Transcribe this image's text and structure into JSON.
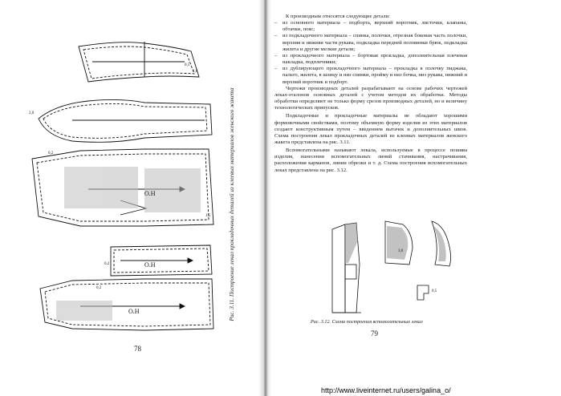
{
  "left_page": {
    "caption": "Рис. 3.11. Построение лекал прокладочных деталей из клеевых материалов женского жакета",
    "page_number": "78",
    "labels": {
      "grain": "О.Н",
      "v02": "0,2",
      "v05": "0,5",
      "v10": "1,0",
      "v15": "1,5",
      "v20": "2,0"
    }
  },
  "right_page": {
    "page_number": "79",
    "intro": "К производным относятся следующие детали:",
    "list": [
      {
        "dash": "–",
        "text": "из основного материала – подборта, верхний воротник, листочки, клапаны, обтачки, пояс;"
      },
      {
        "dash": "–",
        "text": "из подкладочного материала – спинка, полочки, отрезная боковая часть полочки, верхняя и нижняя части рукава, подкладка передней половинки брюк, подкладка жилета и другие мелкие детали;"
      },
      {
        "dash": "–",
        "text": "из прокладочного материала – бортовая прокладка, дополнительная плечевая накладка, подплечники;"
      },
      {
        "dash": "–",
        "text": "из дублирующего прокладочного материала – прокладка в полочку пиджака, пальто, жилета, в шлицу и низ спинки, пройму и низ бочка, низ рукава, нижний и верхний воротник и подборт."
      }
    ],
    "para1": "Чертежи производных деталей разрабатывают на основе рабочих чертежей лекал-эталонов основных деталей с учетом методов их обработки. Методы обработки определяют не только форму срезов производных деталей, но и величину технологических припусков.",
    "para2": "Подкладочные и прокладочные материалы не обладают хорошими формовочными свойствами, поэтому объемную форму изделия из этих материалов создают конструктивным путем – введением вытачек и дополнительных швов. Схема построения лекал прокладочных деталей из клеевых материалов женского жакета представлена на рис. 3.11.",
    "para3": "Вспомогательными называют лекала, используемые в процессе пошива изделия, нанесения вспомогательных линий стачивания, настрачивания, расположения карманов, линии обрезки и т. д. Схема построения вспомогательных лекал представлена на рис. 3.12.",
    "figure_caption": "Рис. 3.12. Схема построения вспомогательных лекал",
    "fig_labels": {
      "a": "3,0",
      "b": "0,5"
    }
  },
  "watermark": "http://www.liveinternet.ru/users/galina_o/"
}
